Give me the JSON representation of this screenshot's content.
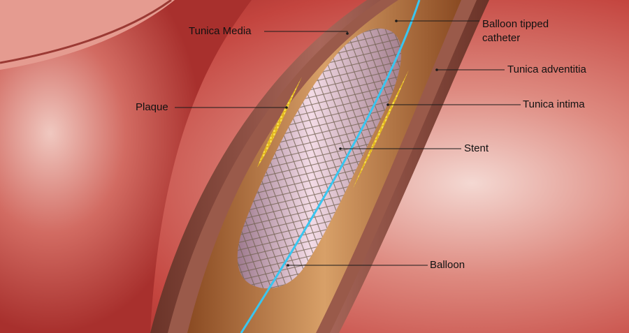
{
  "labels": {
    "tunica_media": "Tunica Media",
    "balloon_tipped_catheter": "Balloon tipped\ncatheter",
    "tunica_adventitia": "Tunica adventitia",
    "plaque": "Plaque",
    "tunica_intima": "Tunica intima",
    "stent": "Stent",
    "balloon": "Balloon"
  },
  "colors": {
    "tissue": "#c9504a",
    "tissue_highlight": "#f2d2cc",
    "vessel_wall": "#8a4a3c",
    "lumen": "#c98a52",
    "plaque": "#e8c52a",
    "balloon": "#d9b3c4",
    "stent_mesh": "#7a6a58",
    "guidewire": "#39c6f0"
  }
}
